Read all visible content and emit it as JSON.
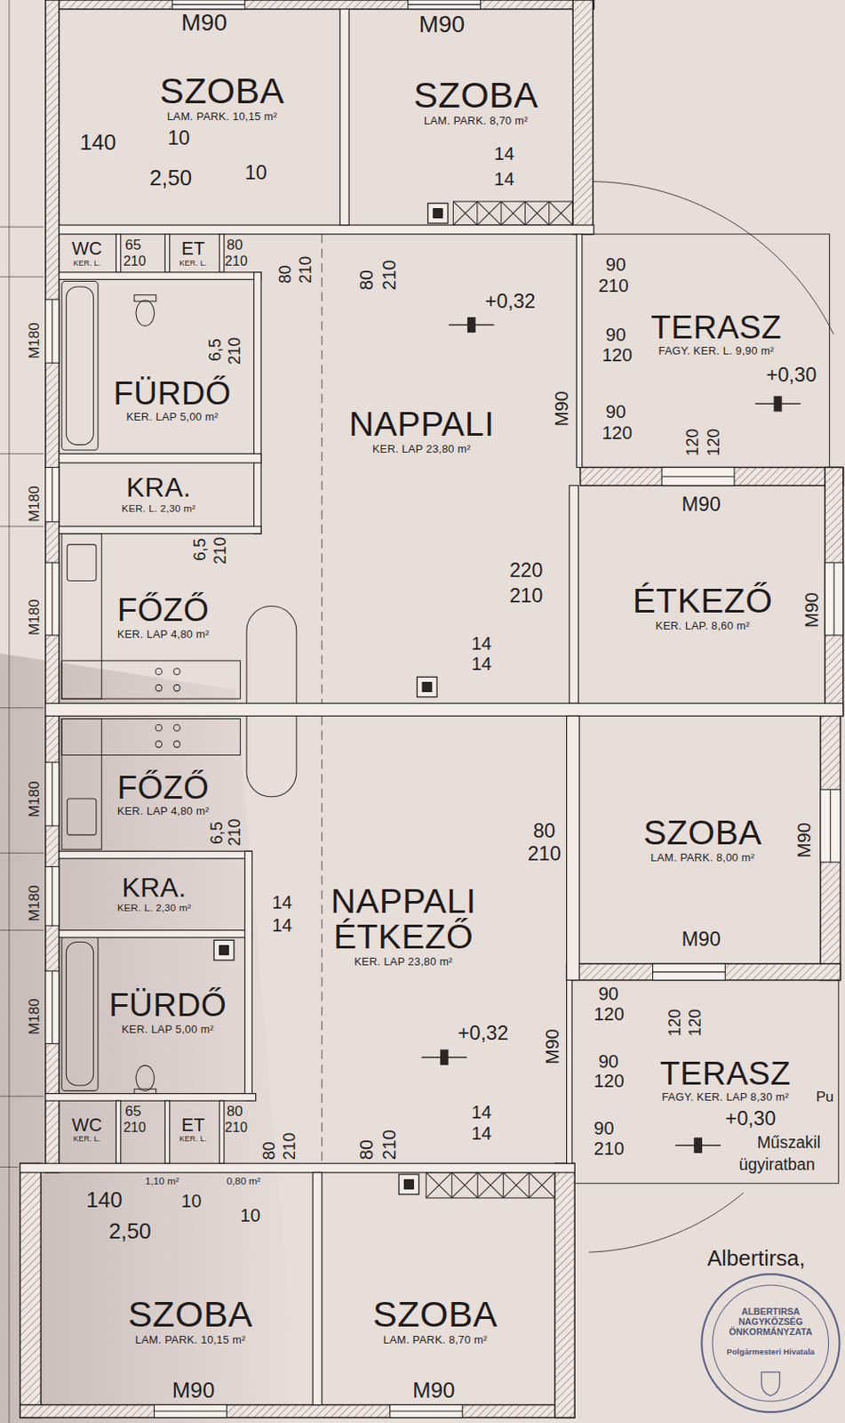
{
  "diagram": {
    "nodes": [
      {
        "text": [
          "SZOBA",
          "LAM. PARK. 10,15 m²"
        ]
      },
      {
        "text": [
          "SZOBA",
          "LAM. PARK. 8,70 m²"
        ]
      },
      {
        "text": [
          "WC",
          "KER. L."
        ]
      },
      {
        "text": [
          "ET",
          "KER. L."
        ]
      },
      {
        "text": [
          "NAPPALI",
          "KER. LAP 23,80 m²"
        ]
      },
      {
        "text": [
          "TERASZ",
          "FAGY. KER. L. 9,90 m²"
        ]
      },
      {
        "text": [
          "FÜRDŐ",
          "KER. LAP 5,00 m²"
        ]
      },
      {
        "text": [
          "KRA.",
          "KER. L. 2,30 m²"
        ]
      },
      {
        "text": [
          "ÉTKEZŐ",
          "KER. LAP. 8,60 m²"
        ]
      },
      {
        "text": [
          "FŐZŐ",
          "KER. LAP 4,80 m²"
        ]
      },
      {
        "text": [
          "FŐZŐ",
          "KER. LAP 4,80 m²"
        ]
      },
      {
        "text": [
          "SZOBA",
          "LAM. PARK. 8,00 m²"
        ]
      },
      {
        "text": [
          "KRA.",
          "KER. L. 2,30 m²"
        ]
      },
      {
        "text": [
          "NAPPALI ÉTKEZŐ",
          "KER. LAP 23,80 m²"
        ]
      },
      {
        "text": [
          "FÜRDŐ",
          "KER. LAP 5,00 m²"
        ]
      },
      {
        "text": [
          "TERASZ",
          "FAGY. KER. LAP 8,30 m²"
        ]
      },
      {
        "text": [
          "WC",
          "KER. L."
        ]
      },
      {
        "text": [
          "ET",
          "KER. L."
        ]
      },
      {
        "text": [
          "SZOBA",
          "LAM. PARK. 10,15 m²"
        ]
      },
      {
        "text": [
          "SZOBA",
          "LAM. PARK. 8,70 m²"
        ]
      }
    ],
    "labels": [
      "M90",
      "M90",
      "140",
      "10",
      "2,50",
      "10",
      "14",
      "14",
      "65",
      "210",
      "80",
      "210",
      "80",
      "210",
      "80",
      "210",
      "+0,32",
      "90",
      "210",
      "90",
      "120",
      "90",
      "120",
      "M90",
      "120",
      "120",
      "+0,30",
      "6,5",
      "210",
      "M180",
      "M180",
      "M180",
      "6,5",
      "210",
      "220",
      "210",
      "M90",
      "M90",
      "14",
      "14",
      "6,5",
      "210",
      "M180",
      "M180",
      "M180",
      "14",
      "14",
      "80",
      "210",
      "M90",
      "M90",
      "+0,32",
      "90",
      "120",
      "90",
      "120",
      "90",
      "210",
      "M90",
      "120",
      "120",
      "+0,30",
      "65",
      "210",
      "80",
      "210",
      "80",
      "210",
      "80",
      "210",
      "14",
      "14",
      "1,10 m²",
      "0,80 m²",
      "140",
      "10",
      "2,50",
      "10",
      "M90",
      "M90",
      "Pu",
      "Műszakil",
      "ügyiratban",
      "Albertirsa,",
      "ALBERTIRSA NAGYKÖZSÉG ÖNKORMÁNYZATA",
      "Polgármesteri Hivatala"
    ]
  }
}
